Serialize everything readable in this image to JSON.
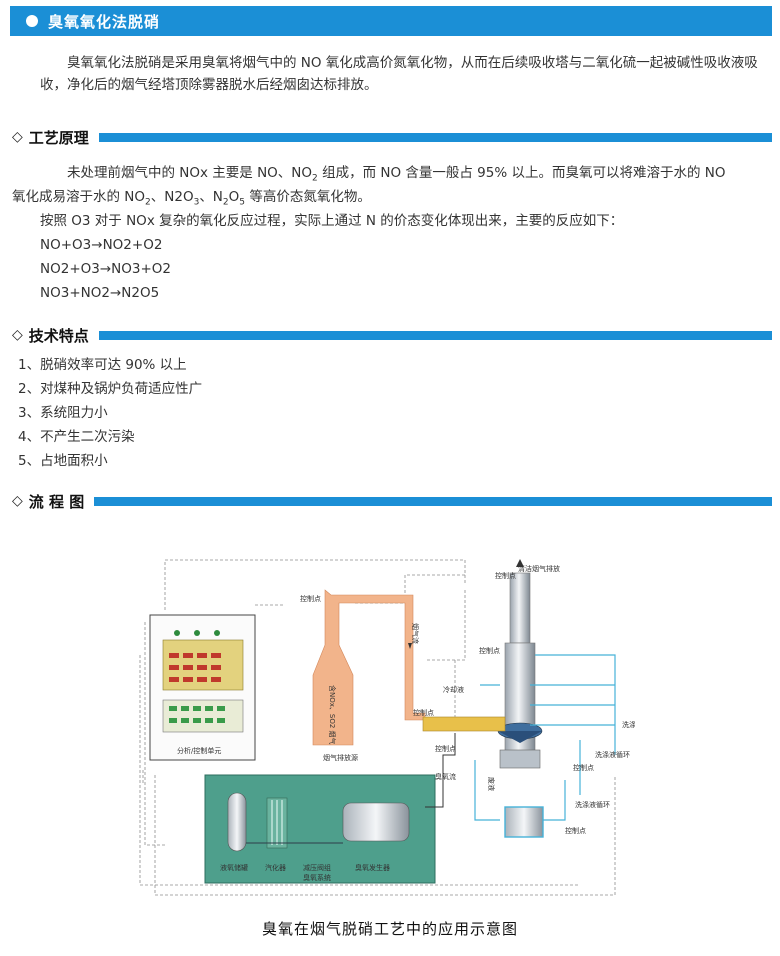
{
  "header": {
    "title": "臭氧氧化法脱硝"
  },
  "intro": "臭氧氧化法脱硝是采用臭氧将烟气中的 NO 氧化成高价氮氧化物，从而在后续吸收塔与二氧化硫一起被碱性吸收液吸收，净化后的烟气经塔顶除雾器脱水后经烟囱达标排放。",
  "sections": {
    "principle": {
      "title": "工艺原理",
      "p1_a": "未处理前烟气中的 NOx 主要是 NO、NO",
      "p1_b": " 组成，而 NO 含量一般占 95% 以上。而臭氧可以将难溶于水的 NO",
      "p1_c": "氧化成易溶于水的 NO",
      "p1_d": "、N2O",
      "p1_e": "、N",
      "p1_f": "O",
      "p1_g": " 等高价态氮氧化物。",
      "sub2": "2",
      "sub3": "3",
      "sub5": "5",
      "p2": "按照 O3 对于 NOx 复杂的氧化反应过程，实际上通过 N 的价态变化体现出来，主要的反应如下：",
      "r1": "NO+O3→NO2+O2",
      "r2": "NO2+O3→NO3+O2",
      "r3": "NO3+NO2→N2O5"
    },
    "features": {
      "title": "技术特点",
      "items": [
        "1、脱硝效率可达 90% 以上",
        "2、对煤种及锅炉负荷适应性广",
        "3、系统阻力小",
        "4、不产生二次污染",
        "5、占地面积小"
      ]
    },
    "flow": {
      "title": "流 程 图"
    }
  },
  "figure": {
    "caption": "臭氧在烟气脱硝工艺中的应用示意图",
    "labels": {
      "control_point": "控制点",
      "clean_exhaust": "清洁烟气排放",
      "flue_flow": "烟气流",
      "coolant": "冷却液",
      "ozone_flow": "臭氧流",
      "waste_liquid": "废液",
      "wash_supply": "洗涤液补充",
      "wash_cycle": "洗涤液循环",
      "flue_source": "烟气排放源",
      "source_gas": "含NOx、SO2 烟气",
      "control_unit": "分析/控制单元",
      "ozone_system": "臭氧系统",
      "lox_tank": "液氧储罐",
      "vaporizer": "汽化器",
      "reducer": "减压阀组",
      "generator": "臭氧发生器"
    }
  }
}
